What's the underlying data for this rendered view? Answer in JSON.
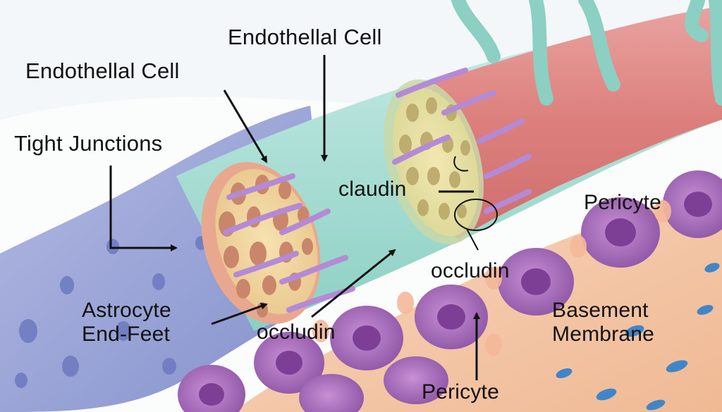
{
  "labels": {
    "endothelial_top": "Endothellal Cell",
    "endothelial_left": "Endothellal Cell",
    "tight_junctions": "Tight Junctions",
    "claudin": "claudin",
    "pericyte_right": "Pericyte",
    "occludin_right": "occludin",
    "astrocyte": "Astrocyte\nEnd-Feet",
    "occludin_bottom": "occludin",
    "basement": "Basement\nMembrane",
    "pericyte_bottom": "Pericyte"
  },
  "colors": {
    "vessel_teal": "#a9dcd3",
    "vessel_red": "#d97a78",
    "astrocyte_blue": "#8f9ad0",
    "pericyte_purple": "#a56cb8",
    "basement_peach": "#f3c6a6",
    "membrane_purple": "#b48ad6",
    "cell_nucleus": "#c9866b"
  }
}
